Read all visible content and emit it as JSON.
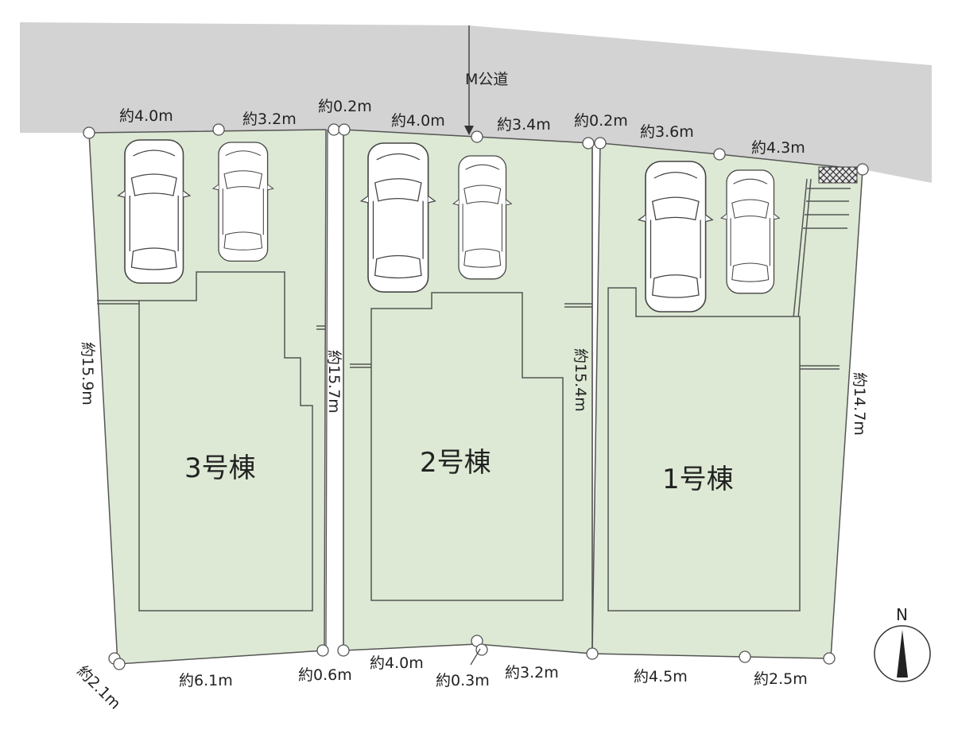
{
  "road": {
    "label": "M公道"
  },
  "buildings": [
    {
      "label": "3号棟"
    },
    {
      "label": "2号棟"
    },
    {
      "label": "1号棟"
    }
  ],
  "dimensions": {
    "top": [
      "約4.0m",
      "約3.2m",
      "約0.2m",
      "約4.0m",
      "約3.4m",
      "約0.2m",
      "約3.6m",
      "約4.3m"
    ],
    "bottom": [
      "約2.1m",
      "約6.1m",
      "約0.6m",
      "約4.0m",
      "約0.3m",
      "約3.2m",
      "約4.5m",
      "約2.5m"
    ],
    "sides": [
      "約15.9m",
      "約15.7m",
      "約15.4m",
      "約14.7m"
    ]
  },
  "compass": {
    "label": "N"
  },
  "colors": {
    "lot": "#dde9d4",
    "road": "#d3d3d3"
  }
}
